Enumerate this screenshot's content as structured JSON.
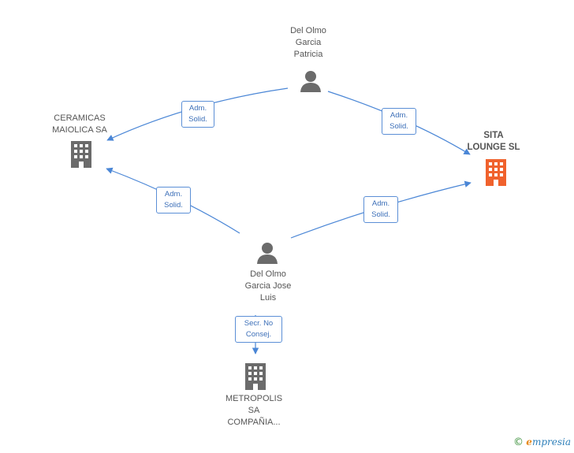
{
  "nodes": {
    "person_patricia": {
      "lines": [
        "Del Olmo",
        "Garcia",
        "Patricia"
      ],
      "type": "person"
    },
    "person_jose": {
      "lines": [
        "Del Olmo",
        "Garcia Jose",
        "Luis"
      ],
      "type": "person"
    },
    "company_ceramicas": {
      "lines": [
        "CERAMICAS",
        "MAIOLICA SA"
      ],
      "type": "company"
    },
    "company_sita": {
      "lines": [
        "SITA",
        "LOUNGE SL"
      ],
      "type": "company-highlight"
    },
    "company_metropolis": {
      "lines": [
        "METROPOLIS",
        "SA",
        "COMPAÑIA..."
      ],
      "type": "company"
    }
  },
  "relations": {
    "patricia_ceramicas": [
      "Adm.",
      "Solid."
    ],
    "patricia_sita": [
      "Adm.",
      "Solid."
    ],
    "jose_ceramicas": [
      "Adm.",
      "Solid."
    ],
    "jose_sita": [
      "Adm.",
      "Solid."
    ],
    "jose_metropolis": [
      "Secr.  No",
      "Consej."
    ]
  },
  "colors": {
    "edge": "#4a86d6",
    "person_icon": "#6b6b6b",
    "company_icon": "#6b6b6b",
    "highlight_icon": "#f0622d"
  },
  "footer": {
    "copyright": "©",
    "brand_initial": "e",
    "brand_rest": "mpresia"
  }
}
